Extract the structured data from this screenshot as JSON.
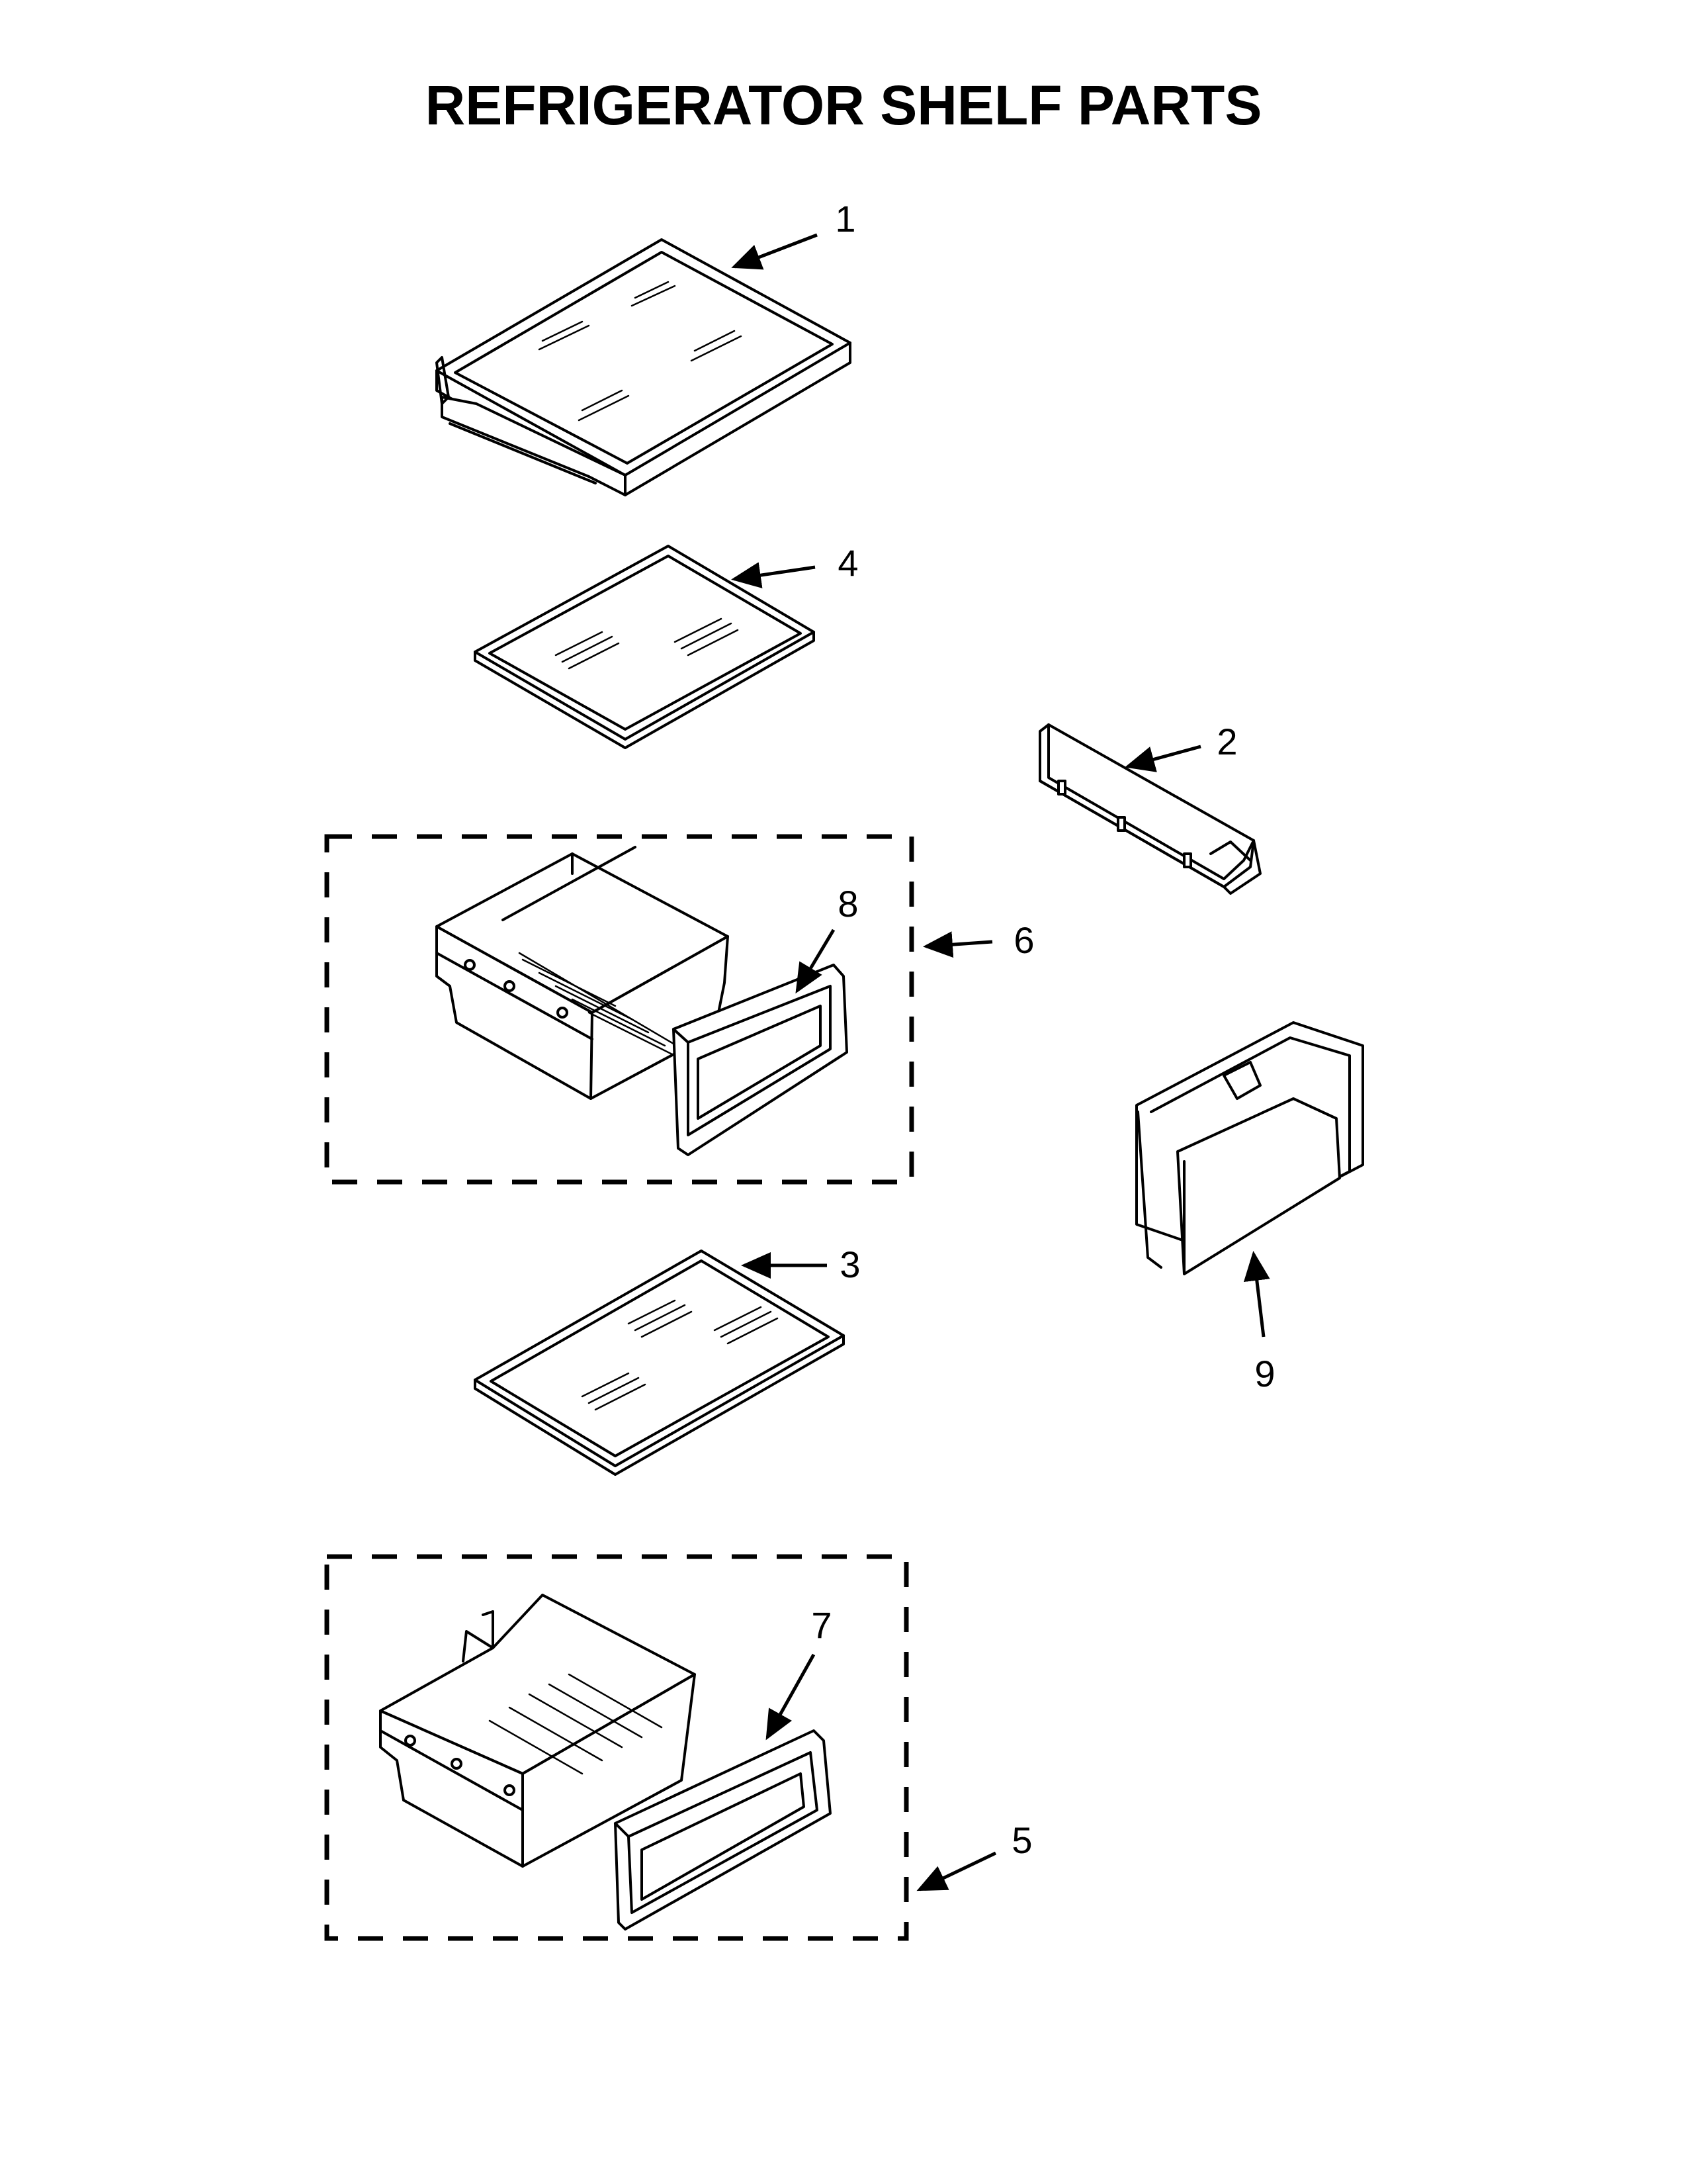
{
  "title": "REFRIGERATOR SHELF PARTS",
  "callouts": {
    "shelf_full": "1",
    "rail": "2",
    "glass_lower": "3",
    "glass_upper": "4",
    "drawer_assembly_lower": "5",
    "drawer_assembly_upper": "6",
    "drawer_front_lower": "7",
    "drawer_front_upper": "8",
    "door_bin": "9"
  }
}
